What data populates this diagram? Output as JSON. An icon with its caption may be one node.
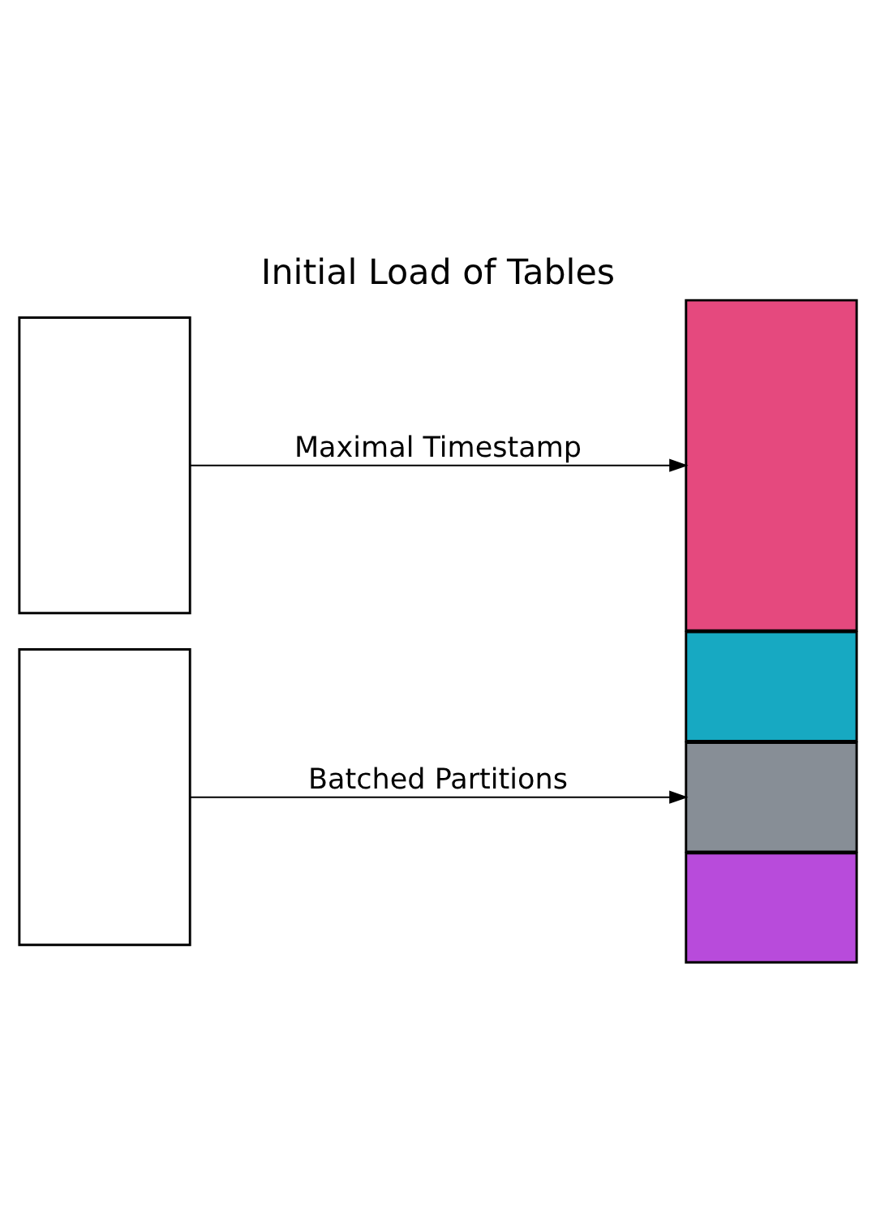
{
  "diagram": {
    "title": "Initial Load of Tables",
    "nodes": [
      {
        "text": [],
        "shape": "box"
      },
      {
        "text": [],
        "shape": "box"
      },
      {
        "text": [],
        "shape": "box"
      },
      {
        "text": [],
        "shape": "box"
      },
      {
        "text": [],
        "shape": "box"
      },
      {
        "text": [],
        "shape": "box"
      }
    ],
    "edges": [
      {
        "from": 0,
        "to": 1,
        "arrow": "to",
        "label": "Maximal Timestamp"
      },
      {
        "from": 2,
        "to": 4,
        "arrow": "to",
        "label": "Batched Partitions"
      }
    ]
  }
}
